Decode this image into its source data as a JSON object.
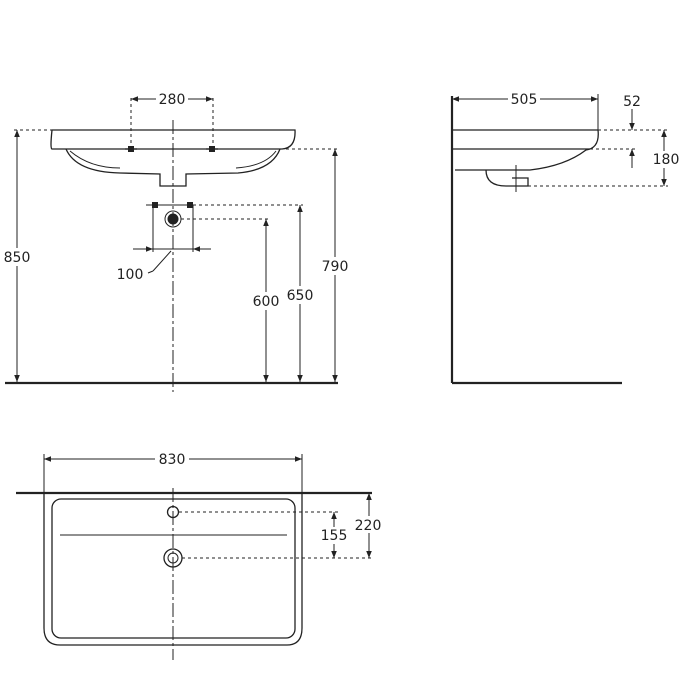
{
  "dimensions": {
    "front": {
      "tap_spacing": "280",
      "waste_spacing": "100",
      "total_height": "850",
      "rim_height": "790",
      "trap_height_upper": "650",
      "trap_height_lower": "600"
    },
    "side": {
      "depth": "505",
      "rim_thickness": "52",
      "bowl_height": "180"
    },
    "top": {
      "width": "830",
      "tap_hole_offset": "220",
      "drain_offset": "155"
    }
  },
  "colors": {
    "line": "#222222",
    "background": "#ffffff"
  }
}
